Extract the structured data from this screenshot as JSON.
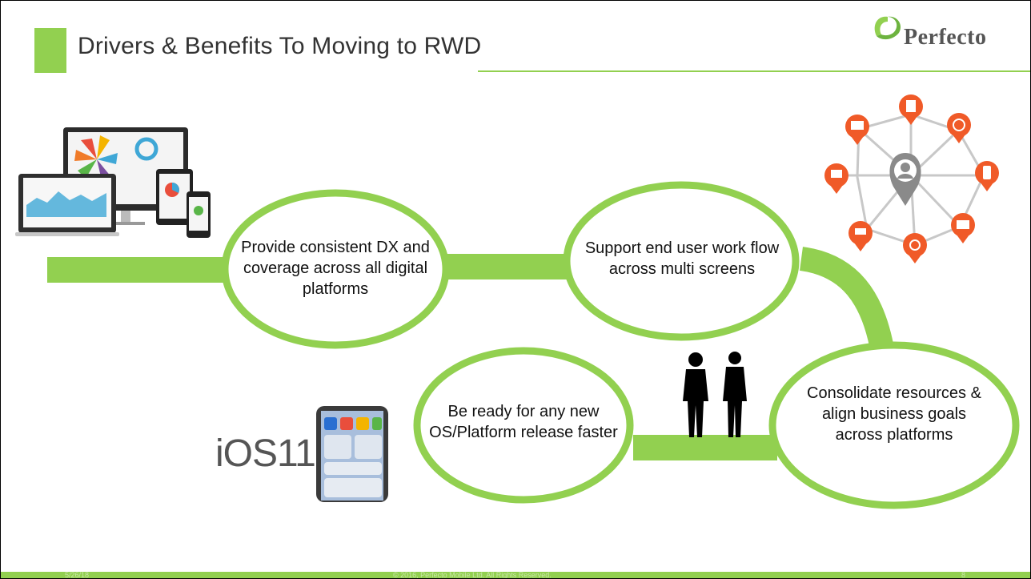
{
  "slide": {
    "title": "Drivers & Benefits To Moving to RWD",
    "logo_text": "Perfecto",
    "accent_color": "#92d050",
    "pin_color": "#f05a28"
  },
  "bubbles": [
    {
      "text": "Provide consistent DX and coverage across all digital platforms"
    },
    {
      "text": "Support end user work flow across multi screens"
    },
    {
      "text": "Be ready for any new OS/Platform release faster"
    },
    {
      "text": "Consolidate resources & align business goals across platforms"
    }
  ],
  "images": {
    "ios_label": "iOS11"
  },
  "footer": {
    "date": "5/26/18",
    "copyright": "© 2016, Perfecto Mobile Ltd.  All Rights Reserved.",
    "page": "8"
  }
}
